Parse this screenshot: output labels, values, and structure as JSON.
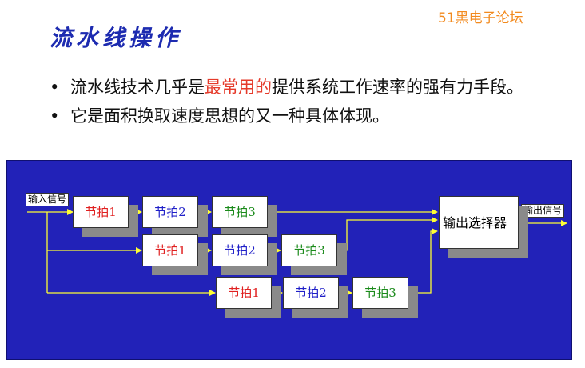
{
  "watermark": "51黑电子论坛",
  "title": "流水线操作",
  "bullets": [
    {
      "pre": "流水线技术几乎是",
      "highlight": "最常用的",
      "post": "提供系统工作速率的强有力手段。"
    },
    {
      "pre": "它是面积换取速度思想的又一种具体体现。",
      "highlight": "",
      "post": ""
    }
  ],
  "diagram": {
    "input_label": "输入信号",
    "output_label": "输出信号",
    "selector_label": "输出选择器",
    "rows": [
      [
        "节拍1",
        "节拍2",
        "节拍3"
      ],
      [
        "节拍1",
        "节拍2",
        "节拍3"
      ],
      [
        "节拍1",
        "节拍2",
        "节拍3"
      ]
    ],
    "colors": {
      "stage1": "#e02020",
      "stage2": "#2020c8",
      "stage3": "#1a8a1a",
      "wire": "#ffff33",
      "panel": "#2222b8"
    }
  }
}
